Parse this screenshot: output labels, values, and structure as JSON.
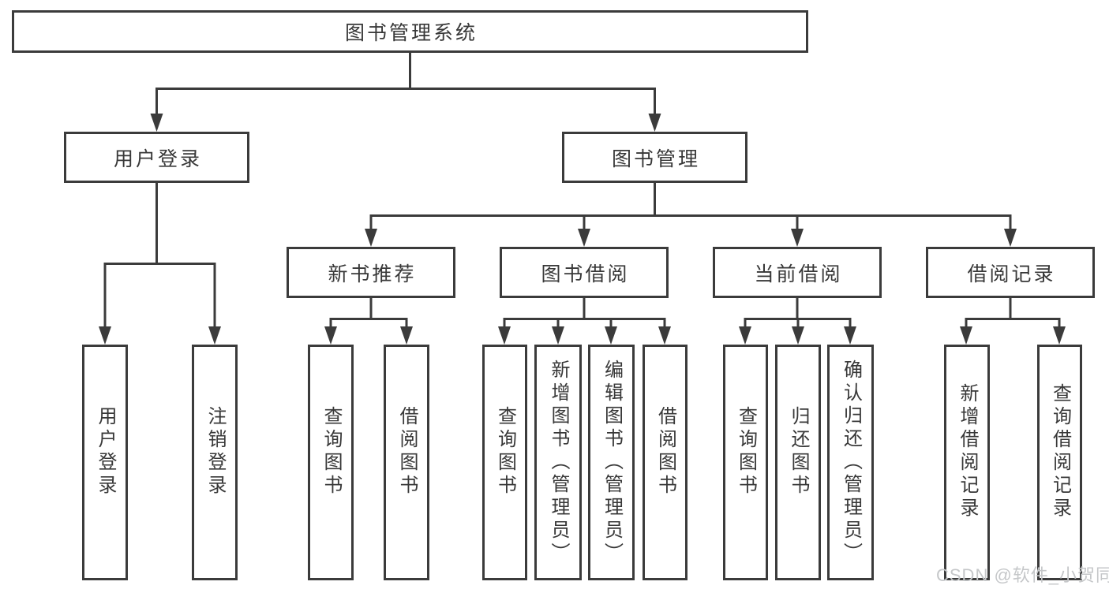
{
  "diagram": {
    "type": "hierarchy-tree",
    "tree": {
      "label": "图书管理系统",
      "children": [
        {
          "label": "用户登录",
          "children": [
            {
              "label": "用户登录"
            },
            {
              "label": "注销登录"
            }
          ]
        },
        {
          "label": "图书管理",
          "children": [
            {
              "label": "新书推荐",
              "children": [
                {
                  "label": "查询图书"
                },
                {
                  "label": "借阅图书"
                }
              ]
            },
            {
              "label": "图书借阅",
              "children": [
                {
                  "label": "查询图书"
                },
                {
                  "label": "新增图书（管理员）"
                },
                {
                  "label": "编辑图书（管理员）"
                },
                {
                  "label": "借阅图书"
                }
              ]
            },
            {
              "label": "当前借阅",
              "children": [
                {
                  "label": "查询图书"
                },
                {
                  "label": "归还图书"
                },
                {
                  "label": "确认归还（管理员）"
                }
              ]
            },
            {
              "label": "借阅记录",
              "children": [
                {
                  "label": "新增借阅记录"
                },
                {
                  "label": "查询借阅记录"
                }
              ]
            }
          ]
        }
      ]
    }
  },
  "watermark": {
    "text": "CSDN @软件_小贺同学"
  },
  "colors": {
    "line": "#3b3b3b",
    "box_border": "#3b3b3b",
    "text": "#383838",
    "watermark": "#c5c7c9",
    "background": "#ffffff"
  }
}
